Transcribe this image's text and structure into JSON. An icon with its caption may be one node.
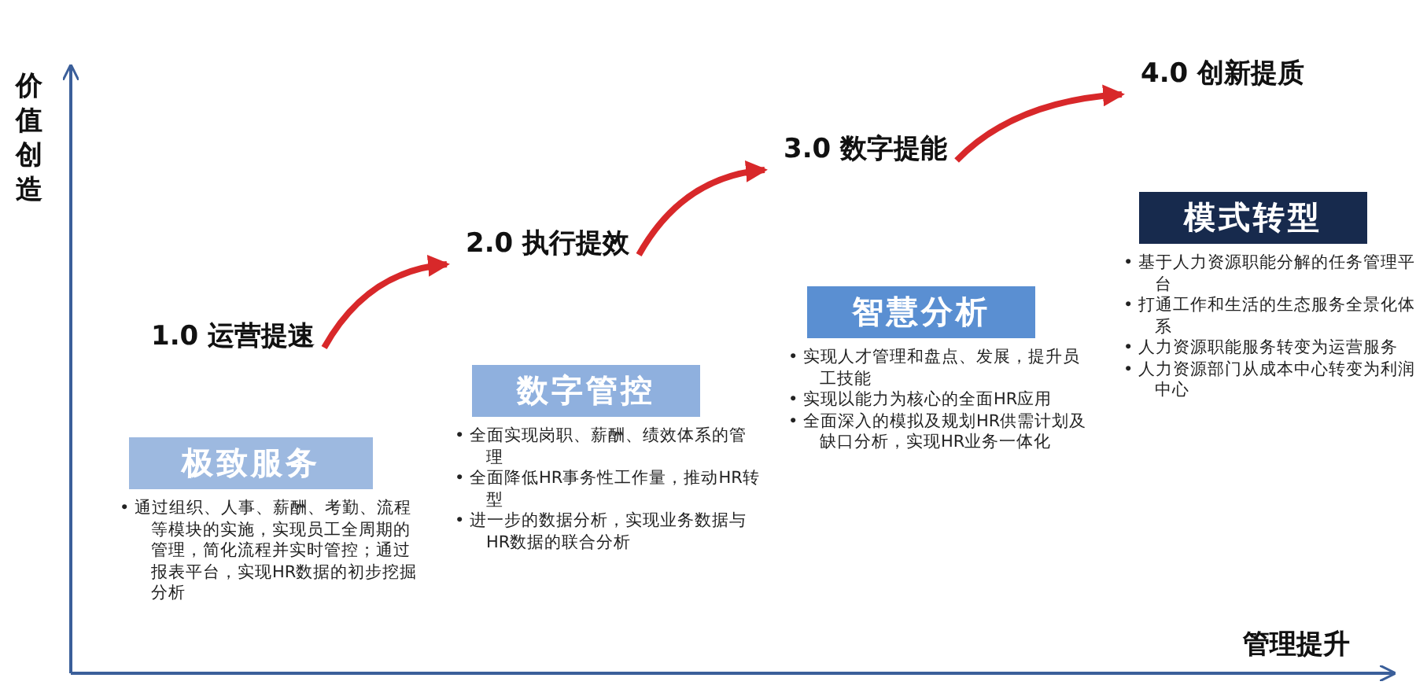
{
  "diagram": {
    "nodes": [
      {
        "text": [
          "1.0 运营提速"
        ]
      },
      {
        "text": [
          "极致服务"
        ],
        "beside": [
          "• 通过组织、人事、薪酬、考勤、流程等模块的实施，实现员工全周期的管理，简化流程并实时管控；通过报表平台，实现HR数据的初步挖掘分析"
        ]
      },
      {
        "text": [
          "2.0 执行提效"
        ]
      },
      {
        "text": [
          "数字管控"
        ],
        "beside": [
          "• 全面实现岗职、薪酬、绩效体系的管理",
          "• 全面降低HR事务性工作量，推动HR转型",
          "• 进一步的数据分析，实现业务数据与HR数据的联合分析"
        ]
      },
      {
        "text": [
          "3.0 数字提能"
        ]
      },
      {
        "text": [
          "智慧分析"
        ],
        "beside": [
          "• 实现人才管理和盘点、发展，提升员工技能",
          "• 实现以能力为核心的全面HR应用",
          "• 全面深入的模拟及规划HR供需计划及缺口分析，实现HR业务一体化"
        ]
      },
      {
        "text": [
          "4.0 创新提质"
        ]
      },
      {
        "text": [
          "模式转型"
        ],
        "beside": [
          "• 基于人力资源职能分解的任务管理平台",
          "• 打通工作和生活的生态服务全景化体系",
          "• 人力资源职能服务转变为运营服务",
          "• 人力资源部门从成本中心转变为利润中心"
        ]
      }
    ],
    "edges": [
      {
        "from": 0,
        "to": 2,
        "arrow": "to"
      },
      {
        "from": 2,
        "to": 4,
        "arrow": "to"
      },
      {
        "from": 4,
        "to": 6,
        "arrow": "to"
      }
    ],
    "labels": [
      "价值创造",
      "管理提升"
    ]
  }
}
